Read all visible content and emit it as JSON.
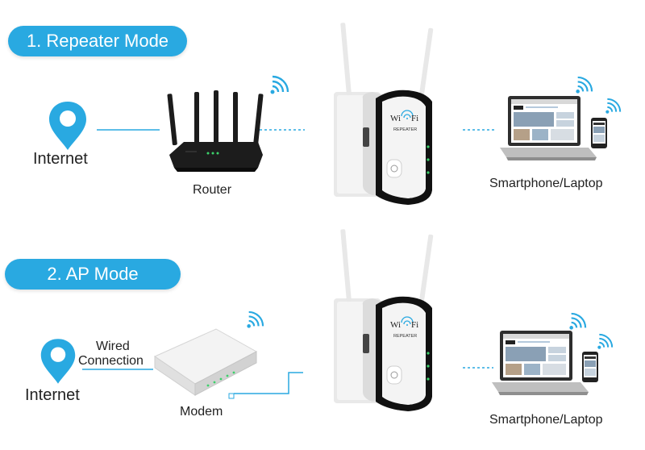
{
  "colors": {
    "accent": "#29a9e1",
    "line": "#29a9e1",
    "device_white": "#f4f4f4",
    "device_black": "#111111",
    "router_black": "#1c1c1c",
    "led_green": "#3cd16b"
  },
  "repeater_mode": {
    "title": "1. Repeater Mode",
    "internet_label": "Internet",
    "router_label": "Router",
    "client_label": "Smartphone/Laptop",
    "repeater_logo": "Wi  Fi",
    "repeater_text": "REPEATER"
  },
  "ap_mode": {
    "title": "2. AP Mode",
    "internet_label": "Internet",
    "wired_label_1": "Wired",
    "wired_label_2": "Connection",
    "modem_label": "Modem",
    "client_label": "Smartphone/Laptop",
    "repeater_logo": "Wi  Fi",
    "repeater_text": "REPEATER"
  },
  "icons": [
    "location-pin-icon",
    "wifi-signal-icon",
    "router-icon",
    "modem-icon",
    "repeater-device-icon",
    "laptop-icon",
    "smartphone-icon"
  ]
}
